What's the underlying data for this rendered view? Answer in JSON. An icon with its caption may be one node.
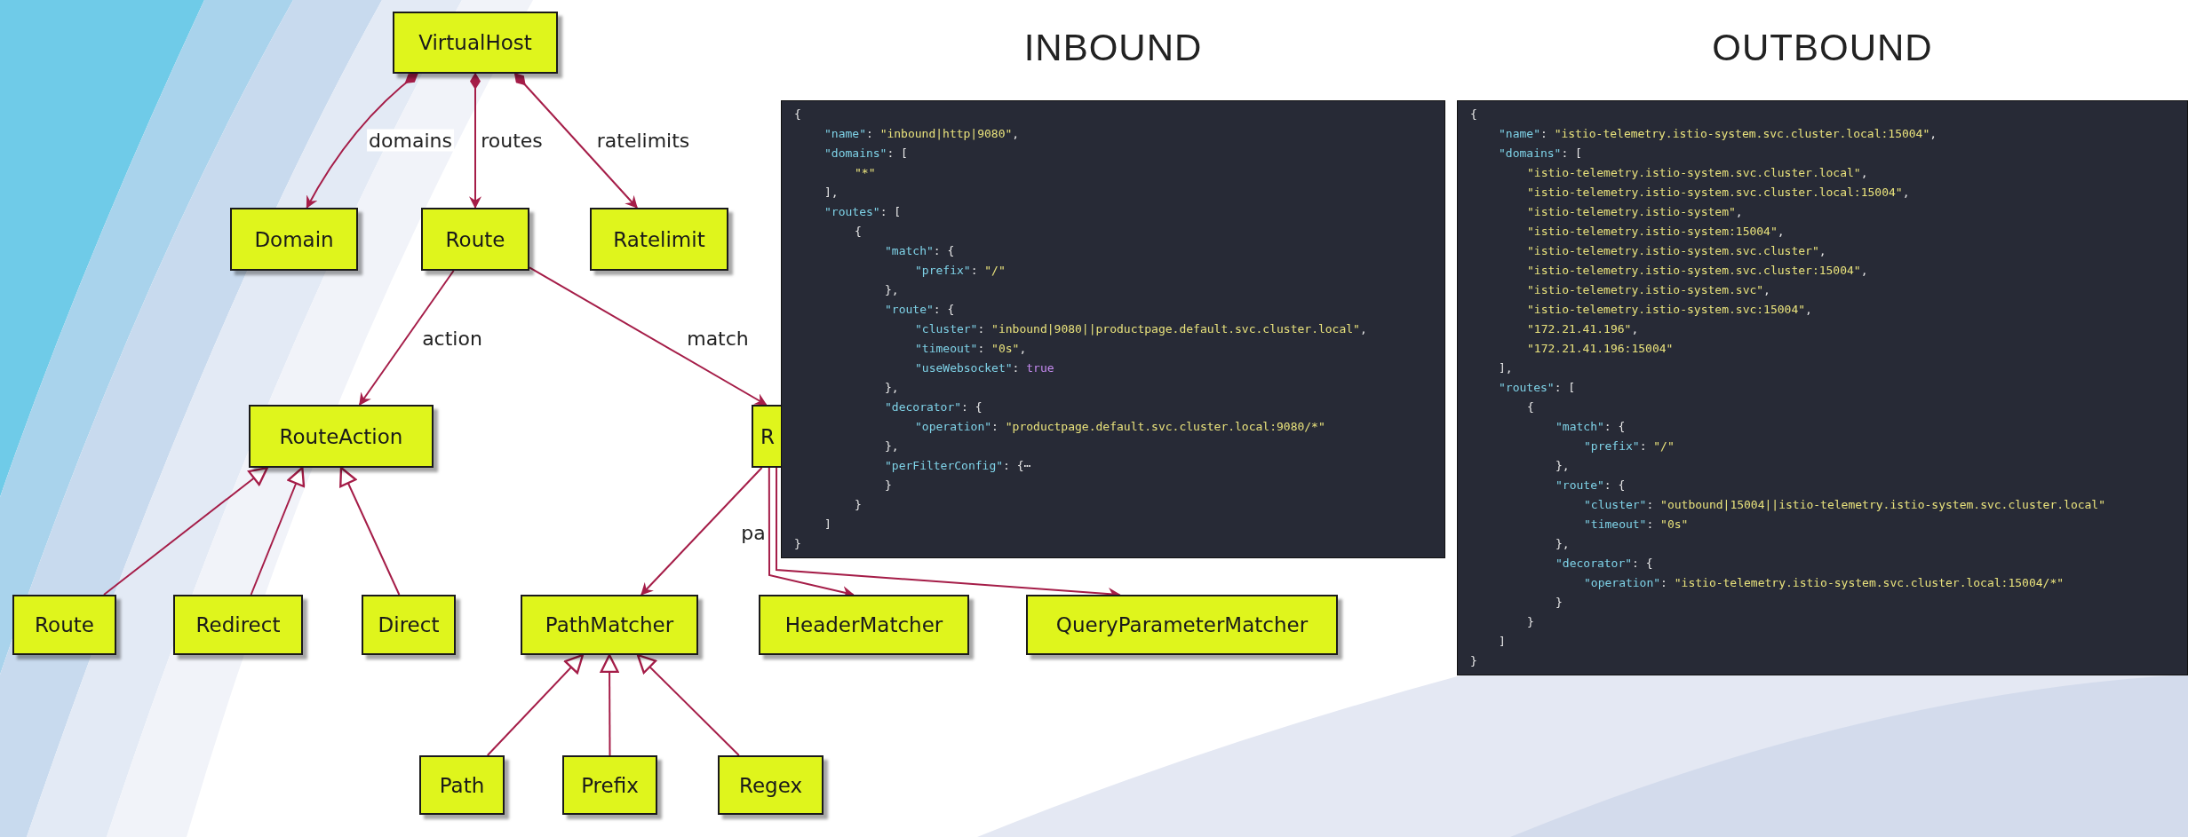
{
  "diagram": {
    "nodes": [
      {
        "text": [
          "VirtualHost"
        ]
      },
      {
        "text": [
          "Domain"
        ]
      },
      {
        "text": [
          "Route"
        ]
      },
      {
        "text": [
          "Ratelimit"
        ]
      },
      {
        "text": [
          "RouteAction"
        ]
      },
      {
        "text": [
          "R"
        ]
      },
      {
        "text": [
          "Route"
        ]
      },
      {
        "text": [
          "Redirect"
        ]
      },
      {
        "text": [
          "Direct"
        ]
      },
      {
        "text": [
          "PathMatcher"
        ]
      },
      {
        "text": [
          "HeaderMatcher"
        ]
      },
      {
        "text": [
          "QueryParameterMatcher"
        ]
      },
      {
        "text": [
          "Path"
        ]
      },
      {
        "text": [
          "Prefix"
        ]
      },
      {
        "text": [
          "Regex"
        ]
      },
      {
        "text": [
          "INBOUND",
          "{",
          "\"name\": \"inbound|http|9080\",",
          "\"domains\": [",
          "\"*\"",
          "],",
          "\"routes\": [",
          "{",
          "\"match\": {",
          "\"prefix\": \"/\"",
          "},",
          "\"route\": {",
          "\"cluster\": \"inbound|9080||productpage.default.svc.cluster.local\",",
          "\"timeout\": \"0s\",",
          "\"useWebsocket\": true",
          "},",
          "\"decorator\": {",
          "\"operation\": \"productpage.default.svc.cluster.local:9080/*\"",
          "},",
          "\"perFilterConfig\": {⋯",
          "}",
          "}",
          "]",
          "}"
        ]
      },
      {
        "text": [
          "OUTBOUND",
          "{",
          "\"name\": \"istio-telemetry.istio-system.svc.cluster.local:15004\",",
          "\"domains\": [",
          "\"istio-telemetry.istio-system.svc.cluster.local\",",
          "\"istio-telemetry.istio-system.svc.cluster.local:15004\",",
          "\"istio-telemetry.istio-system\",",
          "\"istio-telemetry.istio-system:15004\",",
          "\"istio-telemetry.istio-system.svc.cluster\",",
          "\"istio-telemetry.istio-system.svc.cluster:15004\",",
          "\"istio-telemetry.istio-system.svc\",",
          "\"istio-telemetry.istio-system.svc:15004\",",
          "\"172.21.41.196\",",
          "\"172.21.41.196:15004\"",
          "],",
          "\"routes\": [",
          "{",
          "\"match\": {",
          "\"prefix\": \"/\"",
          "},",
          "\"route\": {",
          "\"cluster\": \"outbound|15004||istio-telemetry.istio-system.svc.cluster.local\"",
          "\"timeout\": \"0s\"",
          "},",
          "\"decorator\": {",
          "\"operation\": \"istio-telemetry.istio-system.svc.cluster.local:15004/*\"",
          "}",
          "}",
          "]",
          "}"
        ]
      }
    ],
    "edges": [
      {
        "from": 0,
        "to": 1,
        "arrow": "to",
        "label": "domains"
      },
      {
        "from": 0,
        "to": 2,
        "arrow": "to",
        "label": "routes"
      },
      {
        "from": 0,
        "to": 3,
        "arrow": "to",
        "label": "ratelimits"
      },
      {
        "from": 2,
        "to": 4,
        "arrow": "to",
        "label": "action"
      },
      {
        "from": 2,
        "to": 5,
        "arrow": "to",
        "label": "match"
      },
      {
        "from": 6,
        "to": 4,
        "arrow": "to"
      },
      {
        "from": 7,
        "to": 4,
        "arrow": "to"
      },
      {
        "from": 8,
        "to": 4,
        "arrow": "to"
      },
      {
        "from": 5,
        "to": 9,
        "arrow": "to",
        "label": "pa"
      },
      {
        "from": 5,
        "to": 10,
        "arrow": "to"
      },
      {
        "from": 5,
        "to": 11,
        "arrow": "to"
      },
      {
        "from": 12,
        "to": 9,
        "arrow": "to"
      },
      {
        "from": 13,
        "to": 9,
        "arrow": "to"
      },
      {
        "from": 14,
        "to": 9,
        "arrow": "to"
      }
    ]
  }
}
